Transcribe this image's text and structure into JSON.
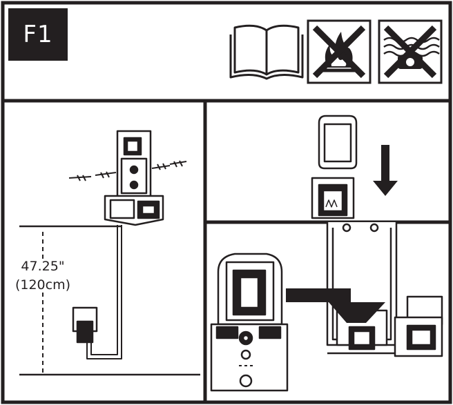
{
  "page_label": "F1",
  "height_label_imperial": "47.25\"",
  "height_label_metric": "(120cm)",
  "icons": [
    "read-manual-icon",
    "no-fire-icon",
    "no-water-icon"
  ],
  "colors": {
    "ink": "#231f20",
    "paper": "#ffffff"
  }
}
